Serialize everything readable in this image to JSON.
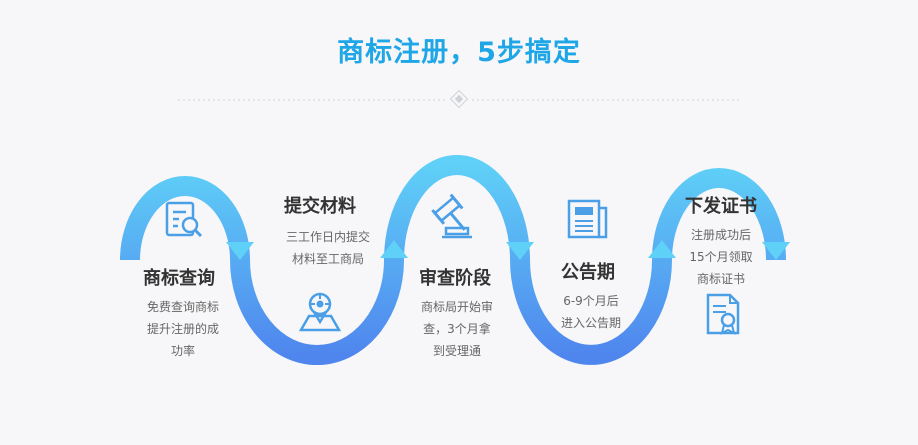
{
  "page": {
    "title": "商标注册，5步搞定",
    "accent_color": "#1ea6e6",
    "wave_gradient_top": "#5fd0f7",
    "wave_gradient_bottom": "#4f86ee"
  },
  "steps": [
    {
      "title": "商标查询",
      "desc": "免费查询商标\n提升注册的成\n功率",
      "icon": "document-search-icon"
    },
    {
      "title": "提交材料",
      "desc": "三工作日内提交\n材料至工商局",
      "icon": "map-pin-icon"
    },
    {
      "title": "审查阶段",
      "desc": "商标局开始审\n查，3个月拿\n到受理通",
      "icon": "gavel-icon"
    },
    {
      "title": "公告期",
      "desc": "6-9个月后\n进入公告期",
      "icon": "newspaper-icon"
    },
    {
      "title": "下发证书",
      "desc": "注册成功后\n15个月领取\n商标证书",
      "icon": "certificate-icon"
    }
  ]
}
